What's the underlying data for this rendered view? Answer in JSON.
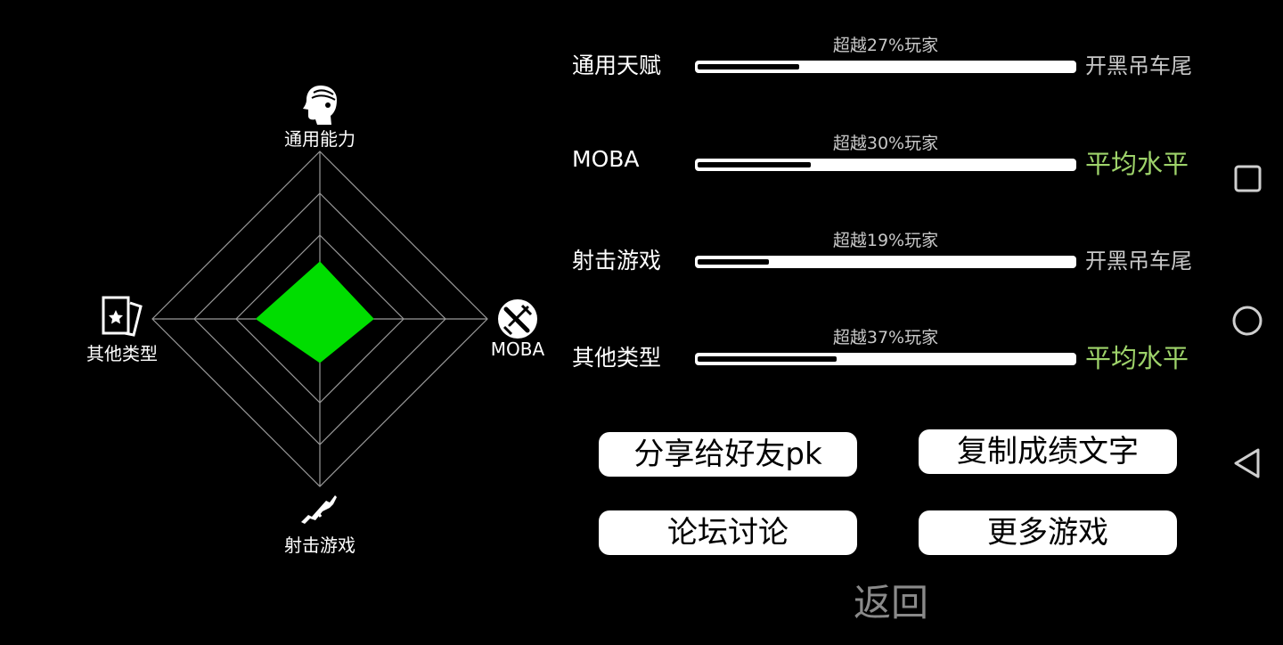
{
  "radar": {
    "axes": [
      {
        "label": "通用能力",
        "icon": "head-icon",
        "value": 0.34
      },
      {
        "label": "MOBA",
        "icon": "sword-shield-icon",
        "value": 0.32
      },
      {
        "label": "射击游戏",
        "icon": "rifle-icon",
        "value": 0.26
      },
      {
        "label": "其他类型",
        "icon": "card-icon",
        "value": 0.38
      }
    ],
    "grid_levels": 4,
    "fill_color": "#00dd00",
    "grid_color": "#9a9a9a"
  },
  "rows": [
    {
      "name": "通用天赋",
      "percentile_text": "超越27%玩家",
      "percentile": 27,
      "level": "开黑吊车尾",
      "level_color": "#c8c8c8"
    },
    {
      "name": "MOBA",
      "percentile_text": "超越30%玩家",
      "percentile": 30,
      "level": "平均水平",
      "level_color": "#9ed36a"
    },
    {
      "name": "射击游戏",
      "percentile_text": "超越19%玩家",
      "percentile": 19,
      "level": "开黑吊车尾",
      "level_color": "#c8c8c8"
    },
    {
      "name": "其他类型",
      "percentile_text": "超越37%玩家",
      "percentile": 37,
      "level": "平均水平",
      "level_color": "#9ed36a"
    }
  ],
  "buttons": {
    "share": "分享给好友pk",
    "copy": "复制成绩文字",
    "forum": "论坛讨论",
    "more_games": "更多游戏",
    "back": "返回"
  },
  "nav": {
    "recent": "square-icon",
    "home": "circle-icon",
    "back": "triangle-back-icon"
  },
  "colors": {
    "background": "#000000",
    "accent_green": "#00dd00",
    "good_level": "#9ed36a"
  }
}
